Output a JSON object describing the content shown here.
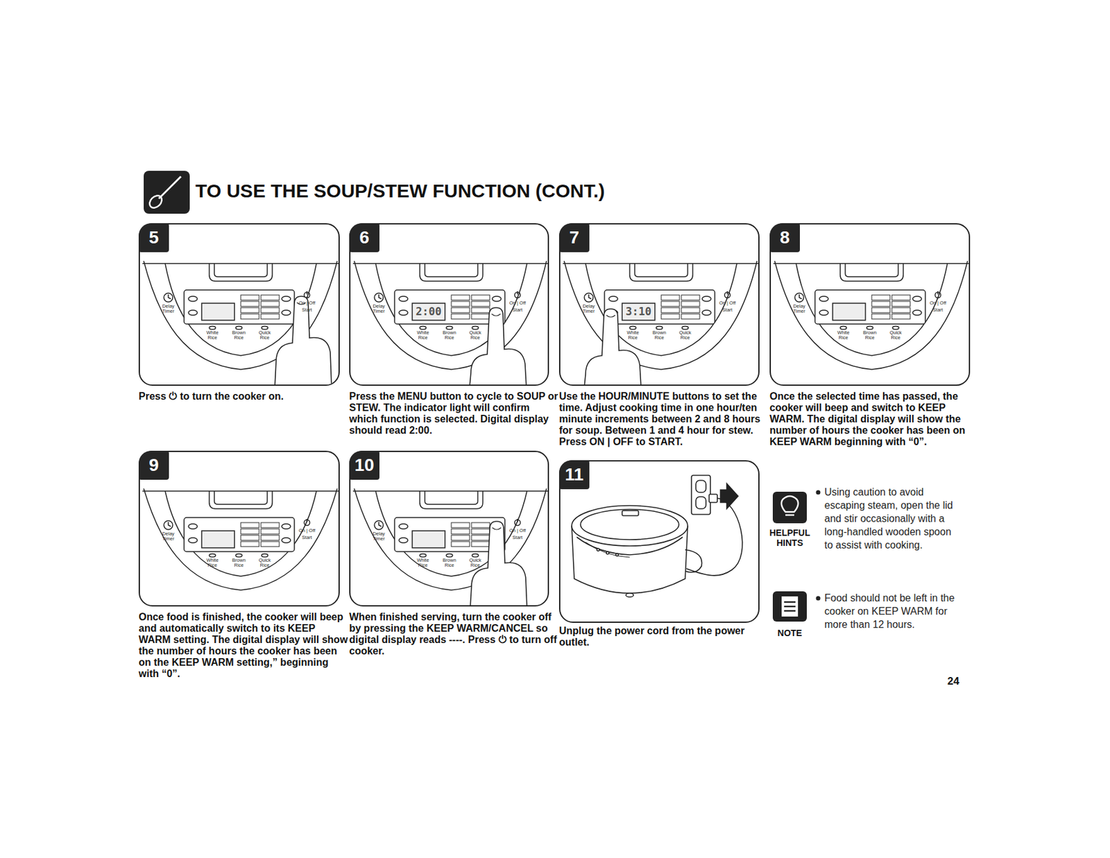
{
  "diagram": {
    "title": "TO USE THE SOUP/STEW FUNCTION (CONT.)",
    "nodes": [
      {
        "text": [
          "5",
          "Press ⏻ to turn the cooker on."
        ]
      },
      {
        "text": [
          "6",
          "Press the MENU button to cycle to SOUP or STEW. The indicator light will confirm which function is selected. Digital display should read 2:00."
        ]
      },
      {
        "text": [
          "7",
          "Use the HOUR/MINUTE buttons to set the time. Adjust cooking time in one hour/ten minute increments between 2 and 8 hours for soup. Between 1 and 4 hour for stew. Press ON | OFF to START."
        ]
      },
      {
        "text": [
          "8",
          "Once the selected time has passed, the cooker will beep and switch to KEEP WARM. The digital display will show the number of hours the cooker has been on KEEP WARM beginning with “0”."
        ]
      },
      {
        "text": [
          "9",
          "Once food is finished, the cooker will beep and automatically switch to its KEEP WARM setting. The digital display will show the number of hours the cooker has been on the KEEP WARM setting,” beginning with “0”."
        ]
      },
      {
        "text": [
          "10",
          "When finished serving, turn the cooker off by pressing the KEEP WARM/CANCEL so digital display reads ----. Press ⏻ to turn off cooker."
        ]
      },
      {
        "text": [
          "11",
          "Unplug the power cord from the power outlet."
        ]
      }
    ],
    "labels": [
      "Delay Timer",
      "White Rice",
      "Brown Rice",
      "Quick Rice",
      "On | Off",
      "Start",
      "Delay Timer",
      "White Rice",
      "Brown Rice",
      "Quick Rice",
      "On | Off",
      "Start",
      "2:00",
      "Delay Timer",
      "White Rice",
      "Brown Rice",
      "Quick Rice",
      "On | Off",
      "Start",
      "3:10",
      "Delay Timer",
      "White Rice",
      "Brown Rice",
      "Quick Rice",
      "On | Off",
      "Start",
      "Delay Timer",
      "White Rice",
      "Brown Rice",
      "Quick Rice",
      "On | Off",
      "Start",
      "Delay Timer",
      "White Rice",
      "Brown Rice",
      "Quick Rice",
      "On | Off",
      "Start",
      "HELPFUL HINTS",
      "Using caution to avoid escaping steam, open the lid and stir occasionally with a long-handled wooden spoon to assist with cooking.",
      "NOTE",
      "Food should not be left in the cooker on KEEP WARM for more than 12 hours.",
      "24"
    ]
  }
}
